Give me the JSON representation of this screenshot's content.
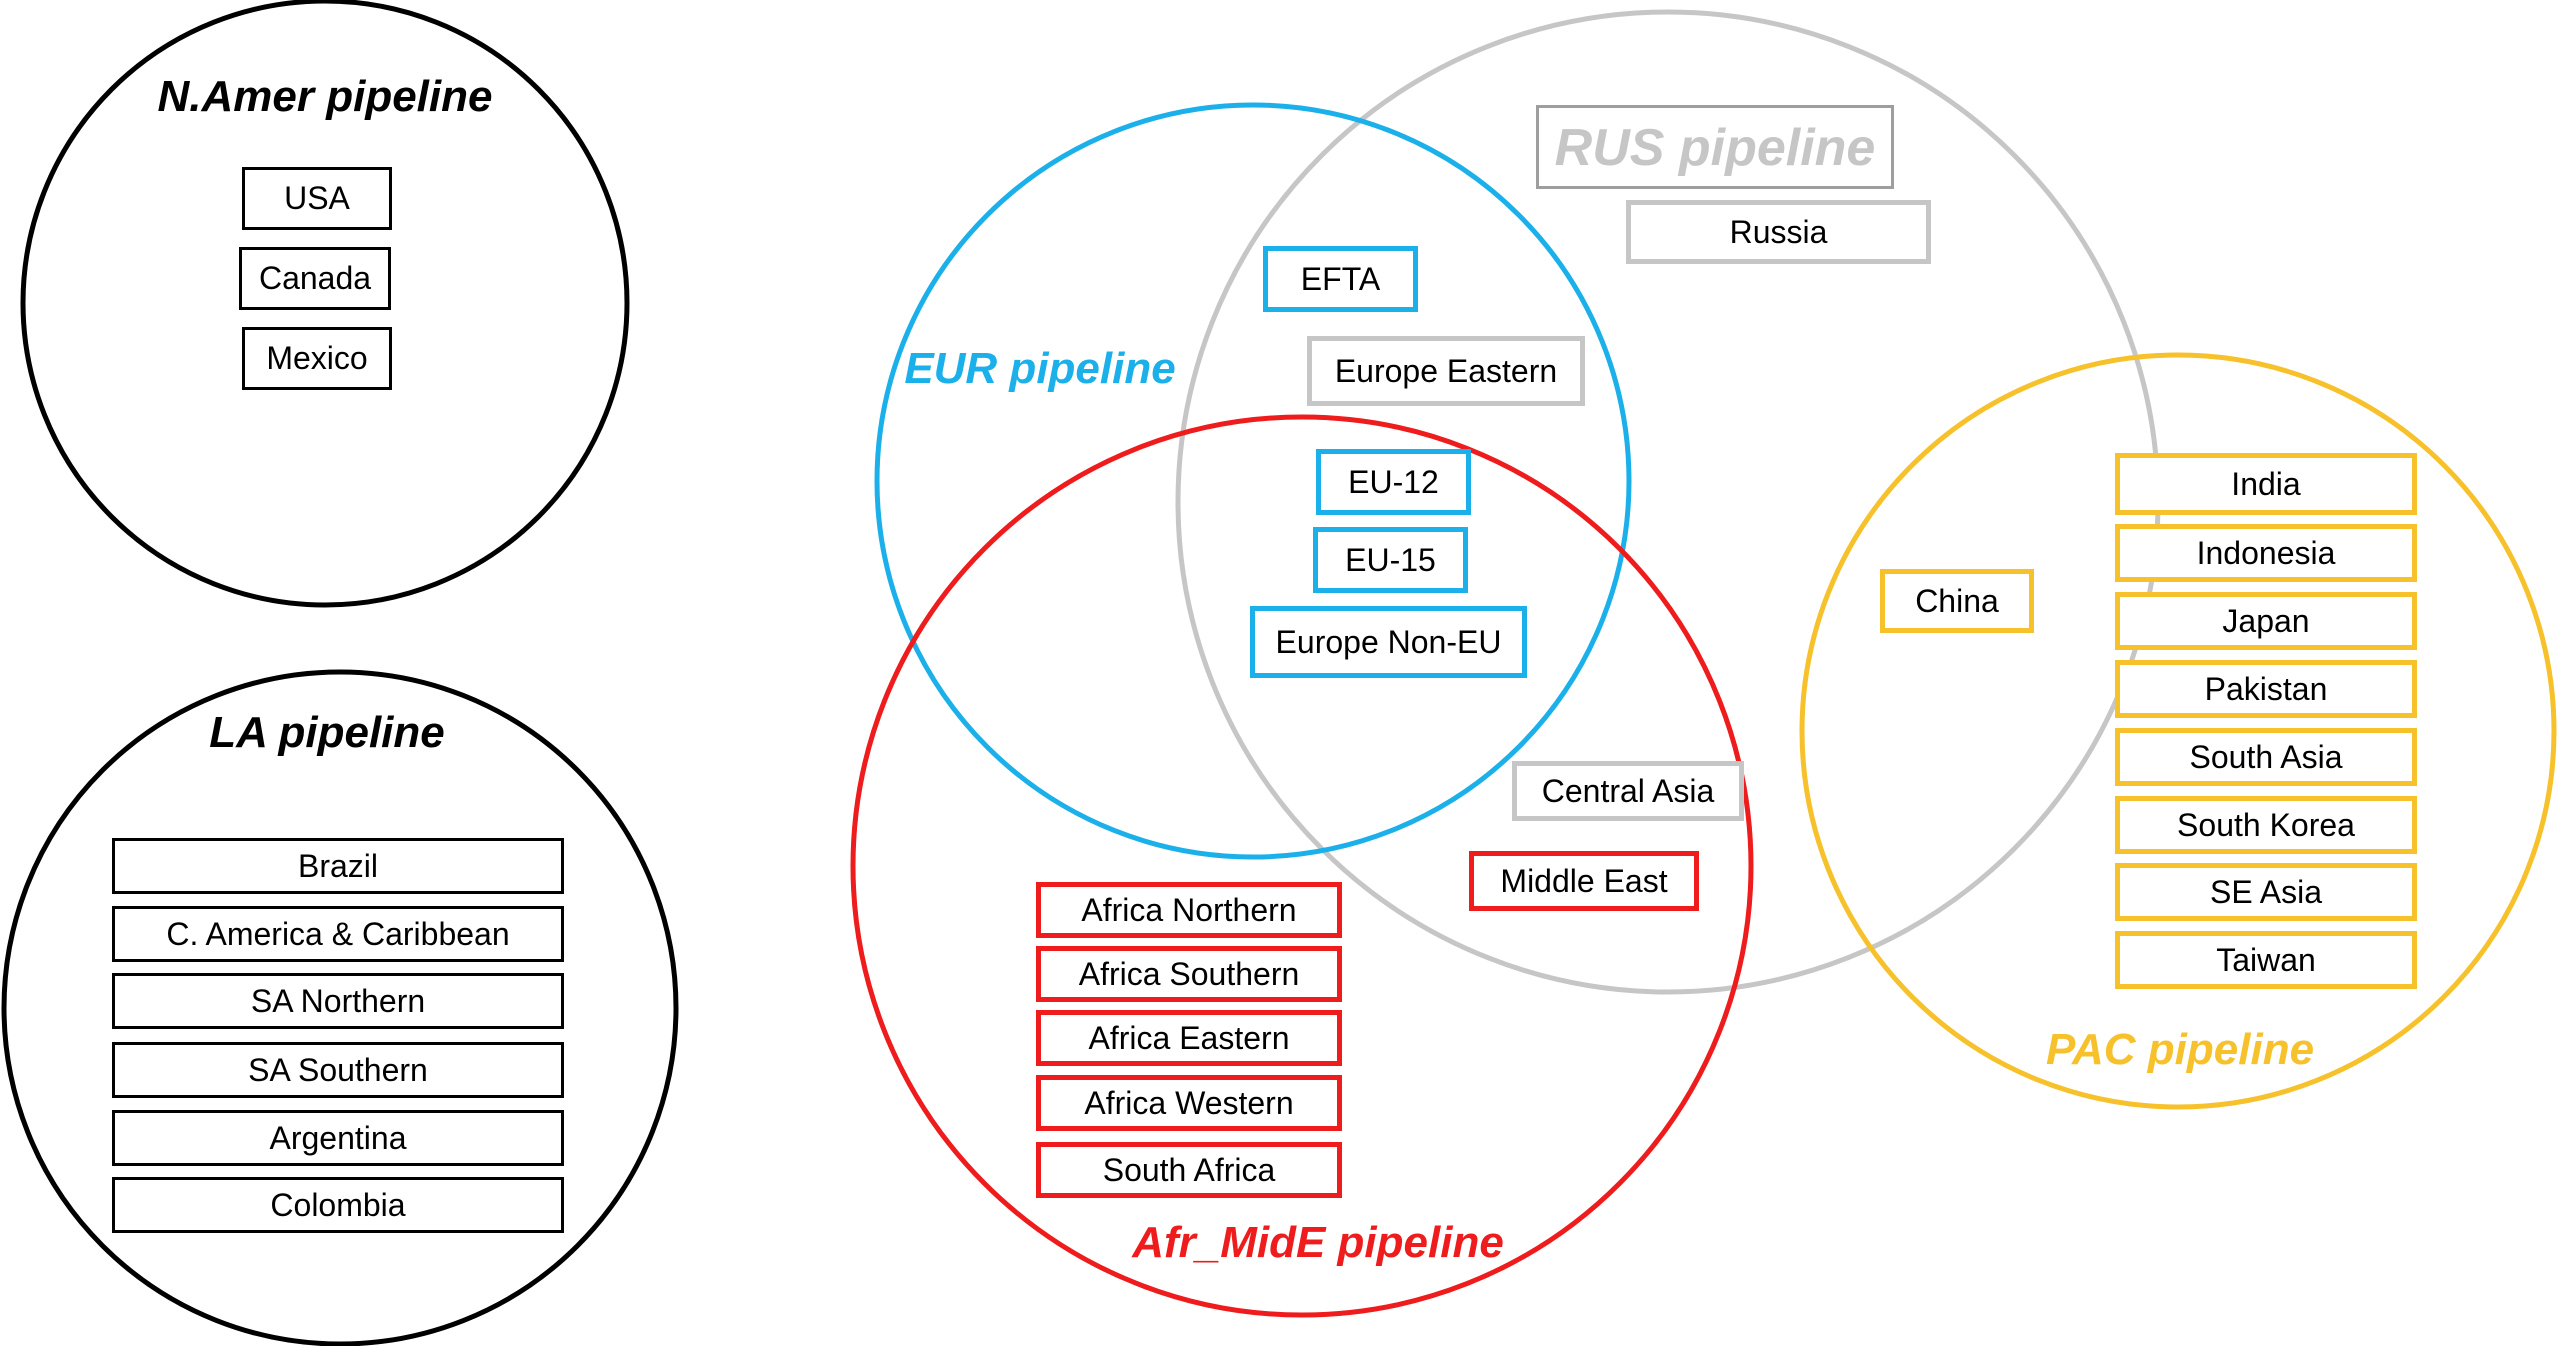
{
  "colors": {
    "namer": "#000000",
    "la": "#000000",
    "eur": "#1bb0ea",
    "rus": "#c6c6c6",
    "afr_mide": "#ee1c1c",
    "pac": "#f6c12a"
  },
  "pipelines": {
    "namer": {
      "title": "N.Amer pipeline",
      "regions": [
        "USA",
        "Canada",
        "Mexico"
      ]
    },
    "la": {
      "title": "LA pipeline",
      "regions": [
        "Brazil",
        "C. America & Caribbean",
        "SA Northern",
        "SA Southern",
        "Argentina",
        "Colombia"
      ]
    },
    "eur": {
      "title": "EUR pipeline",
      "regions": [
        "EFTA",
        "EU-12",
        "EU-15",
        "Europe Non-EU"
      ]
    },
    "rus": {
      "title": "RUS pipeline",
      "regions": [
        "Russia",
        "Europe Eastern",
        "Central Asia"
      ]
    },
    "afr_mide": {
      "title": "Afr_MidE pipeline",
      "regions": [
        "Middle East",
        "Africa Northern",
        "Africa Southern",
        "Africa Eastern",
        "Africa Western",
        "South Africa"
      ]
    },
    "pac": {
      "title": "PAC pipeline",
      "regions": [
        "China",
        "India",
        "Indonesia",
        "Japan",
        "Pakistan",
        "South Asia",
        "South Korea",
        "SE Asia",
        "Taiwan"
      ]
    }
  }
}
